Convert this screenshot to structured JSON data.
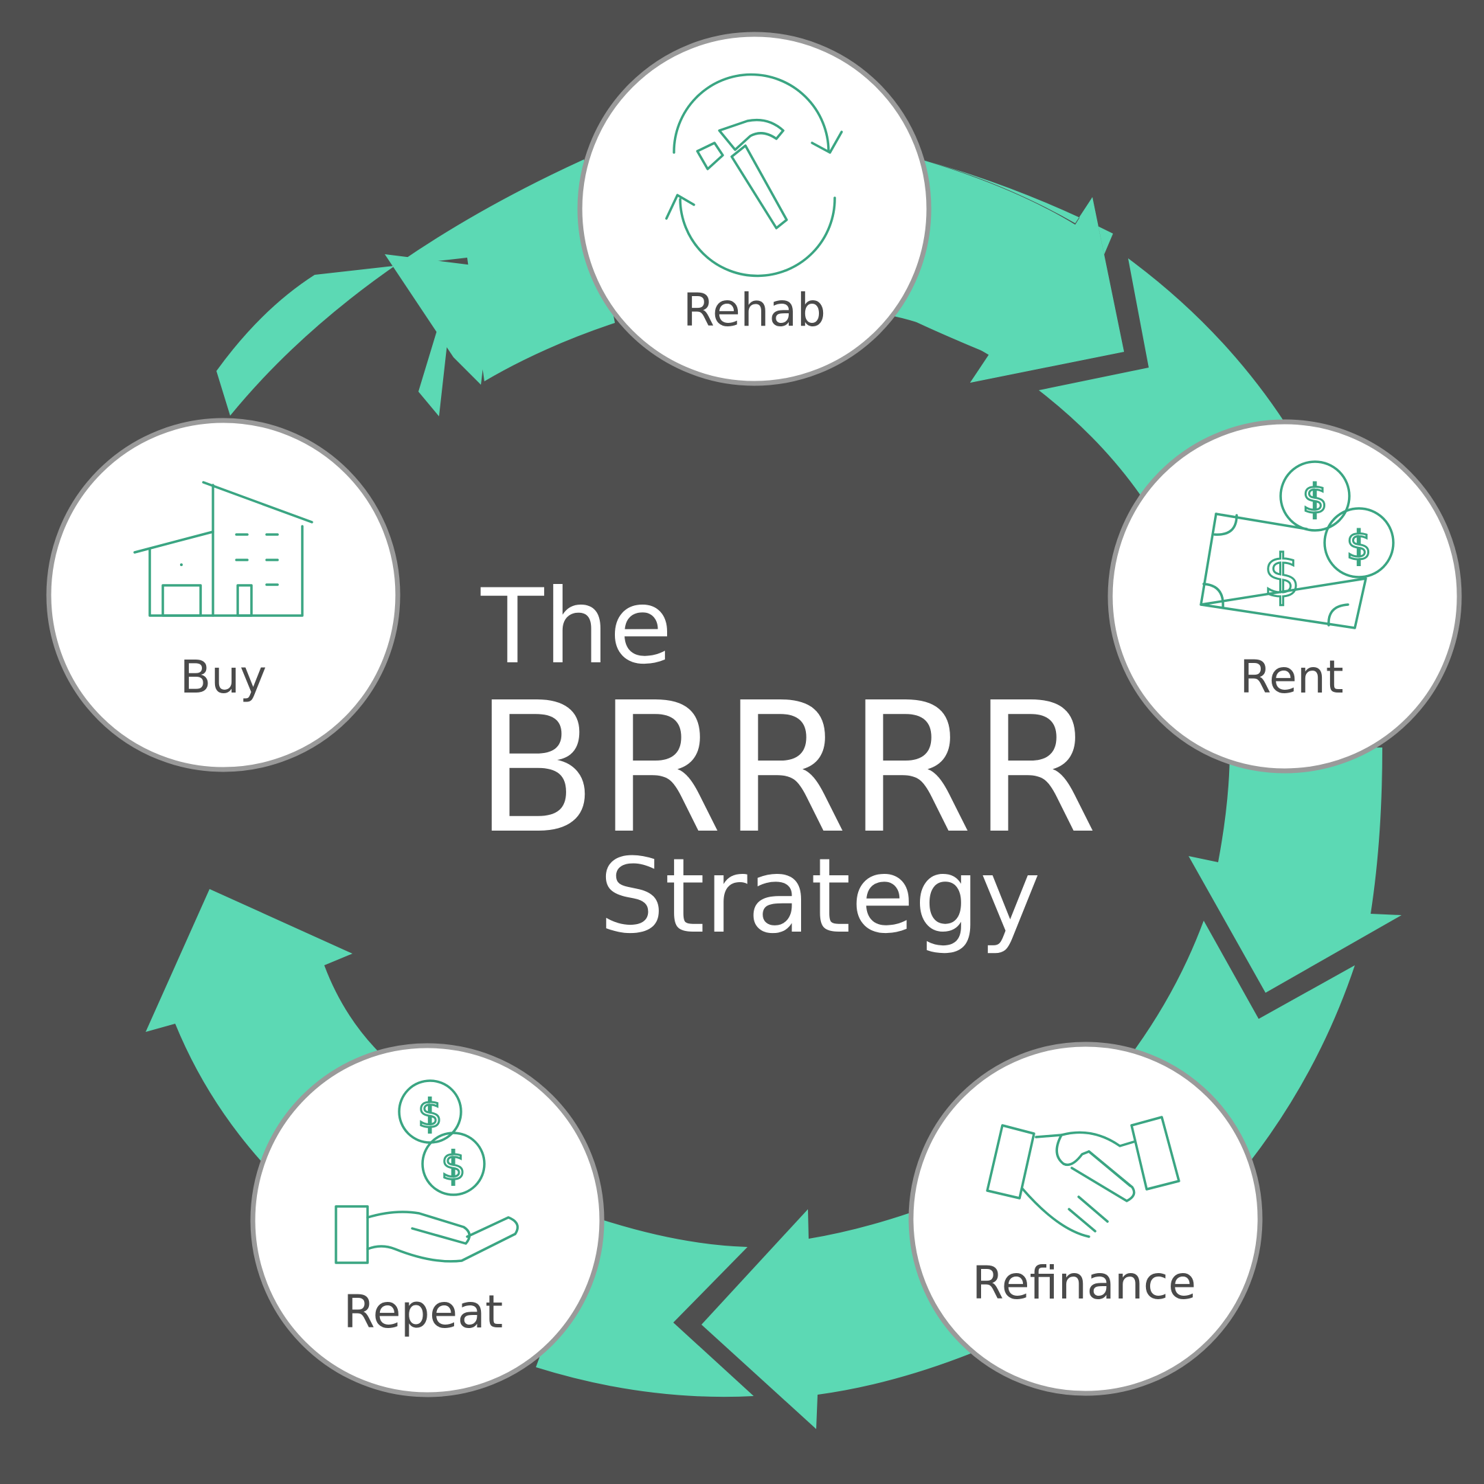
{
  "colors": {
    "background": "#4f4f4f",
    "arrow": "#5cd9b4",
    "icon_stroke": "#3aa582",
    "circle_fill": "#ffffff",
    "circle_ring": "#9a9a9a",
    "label_text": "#4a4a4a",
    "title_text": "#ffffff"
  },
  "title": {
    "line1": "The",
    "line2": "BRRRR",
    "line3": "Strategy"
  },
  "steps": [
    {
      "label": "Buy",
      "icon": "building-icon"
    },
    {
      "label": "Rehab",
      "icon": "hammer-cycle-icon"
    },
    {
      "label": "Rent",
      "icon": "banknote-coins-icon"
    },
    {
      "label": "Refinance",
      "icon": "handshake-icon"
    },
    {
      "label": "Repeat",
      "icon": "hand-coins-icon"
    }
  ]
}
